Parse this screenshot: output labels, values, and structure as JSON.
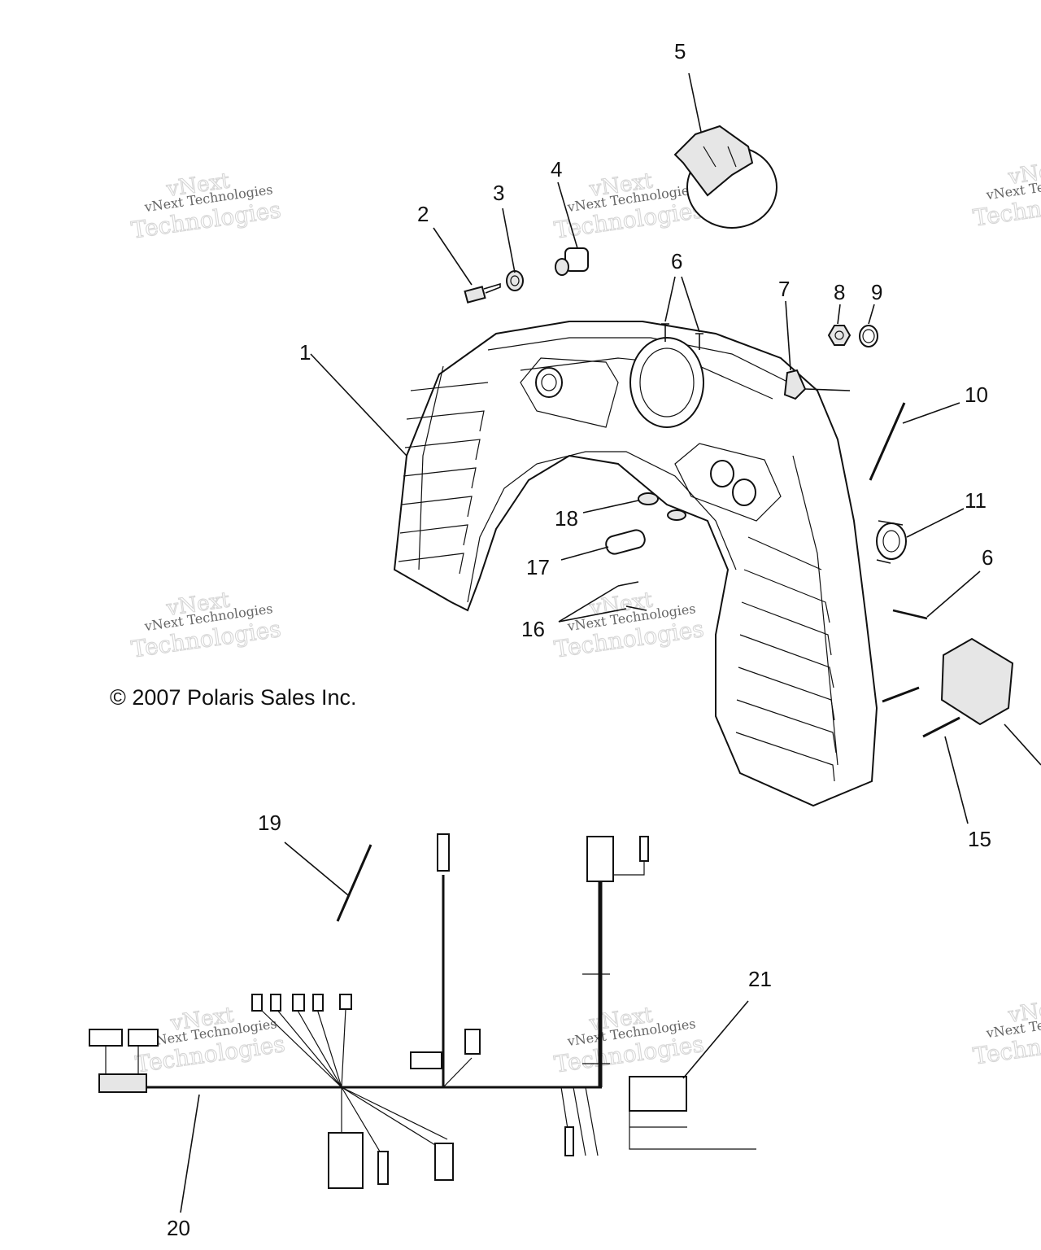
{
  "copyright": "© 2007 Polaris Sales Inc.",
  "watermark": {
    "line1": "vNext Technologies",
    "line2": "vNext",
    "line3": "Technologies"
  },
  "callouts": [
    {
      "id": "c1",
      "label": "1"
    },
    {
      "id": "c2",
      "label": "2"
    },
    {
      "id": "c3",
      "label": "3"
    },
    {
      "id": "c4",
      "label": "4"
    },
    {
      "id": "c5",
      "label": "5"
    },
    {
      "id": "c6a",
      "label": "6"
    },
    {
      "id": "c6b",
      "label": "6"
    },
    {
      "id": "c7",
      "label": "7"
    },
    {
      "id": "c8",
      "label": "8"
    },
    {
      "id": "c9",
      "label": "9"
    },
    {
      "id": "c10",
      "label": "10"
    },
    {
      "id": "c11",
      "label": "11"
    },
    {
      "id": "c15",
      "label": "15"
    },
    {
      "id": "c16",
      "label": "16"
    },
    {
      "id": "c17",
      "label": "17"
    },
    {
      "id": "c18",
      "label": "18"
    },
    {
      "id": "c19",
      "label": "19"
    },
    {
      "id": "c20",
      "label": "20"
    },
    {
      "id": "c21",
      "label": "21"
    }
  ]
}
